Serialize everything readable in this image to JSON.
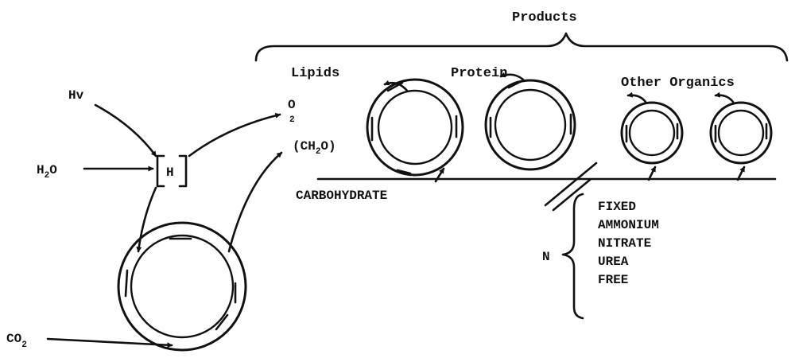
{
  "inputs": {
    "hv": "Hv",
    "water_main": "H",
    "water_sub": "2",
    "water_tail": "O",
    "hydrogen": "H",
    "co2_main": "CO",
    "co2_sub": "2"
  },
  "outputs": {
    "oxygen_main": "O",
    "oxygen_sub": "2",
    "ch2o_open": "(CH",
    "ch2o_sub": "2",
    "ch2o_close": "O)"
  },
  "products": {
    "title": "Products",
    "lipids": "Lipids",
    "protein": "Protein",
    "other": "Other Organics",
    "carbohydrate": "CARBOHYDRATE"
  },
  "nitrogen": {
    "symbol": "N",
    "forms": [
      "FIXED",
      "AMMONIUM",
      "NITRATE",
      "UREA",
      "FREE"
    ]
  },
  "colors": {
    "ink": "#111111",
    "paper": "#ffffff"
  }
}
